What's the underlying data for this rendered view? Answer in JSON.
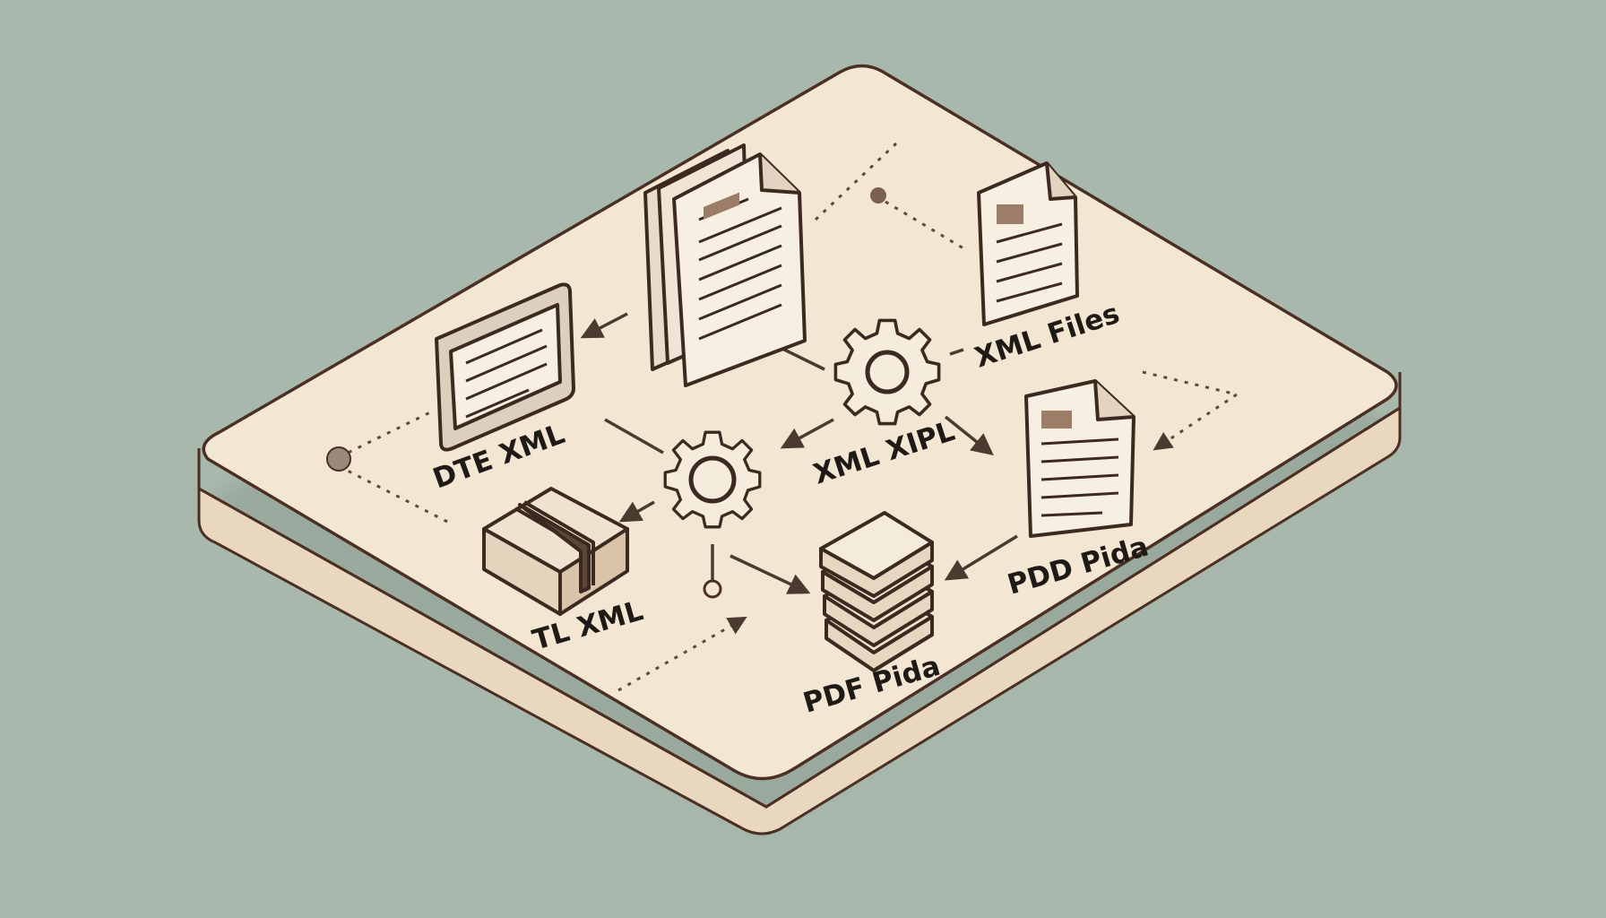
{
  "labels": {
    "dte_xml": "DTE XML",
    "xml_files": "XML Files",
    "xml_xipl": "XML XIPL",
    "tl_xml": "TL XML",
    "pdf_pida": "PDF Pida",
    "pdd_pida": "PDD Pida"
  },
  "icons": {
    "stacked_document": "document-stack-icon",
    "top_right_document": "document-icon",
    "dte_document": "monitor-document-icon",
    "gear_large": "gear-icon",
    "gear_small": "gear-icon",
    "archive_box": "box-icon",
    "pdf_stack": "stack-icon",
    "pdd_document": "document-icon"
  },
  "colors": {
    "background": "#a9b8ad",
    "platform": "#f3e7d3",
    "platform_side": "#e8d4bc",
    "stroke": "#4a2f22"
  }
}
